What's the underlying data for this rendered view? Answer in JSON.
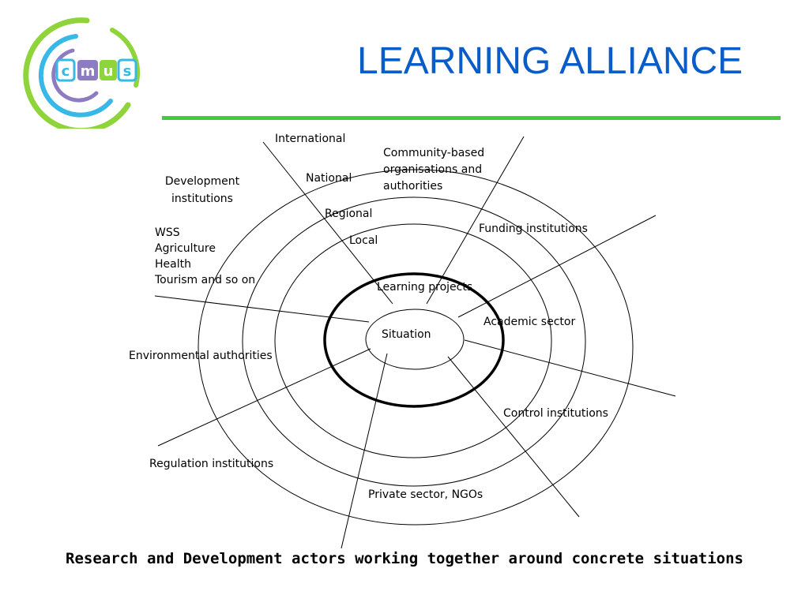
{
  "logo": {
    "text": "cmus",
    "letters": [
      "c",
      "m",
      "u",
      "s"
    ]
  },
  "title": "LEARNING ALLIANCE",
  "levels": {
    "international": "International",
    "national": "National",
    "regional": "Regional",
    "local": "Local"
  },
  "actors": {
    "community_based": [
      "Community-based",
      "organisations and",
      "authorities"
    ],
    "development": [
      "Development",
      "institutions"
    ],
    "sectors": [
      "WSS",
      "Agriculture",
      "Health",
      "Tourism and so on"
    ],
    "funding": "Funding institutions",
    "academic": "Academic sector",
    "environmental": "Environmental authorities",
    "control": "Control institutions",
    "regulation": "Regulation institutions",
    "private": "Private sector, NGOs"
  },
  "core": {
    "learning_projects": "Learning projects",
    "situation": "Situation"
  },
  "caption": "Research and Development actors working together around concrete situations",
  "colors": {
    "title": "#0a5cc7",
    "rule": "#3fcc3f",
    "logo_green": "#8fd43a",
    "logo_cyan": "#38b8e6",
    "logo_purple": "#8e7cc3"
  }
}
